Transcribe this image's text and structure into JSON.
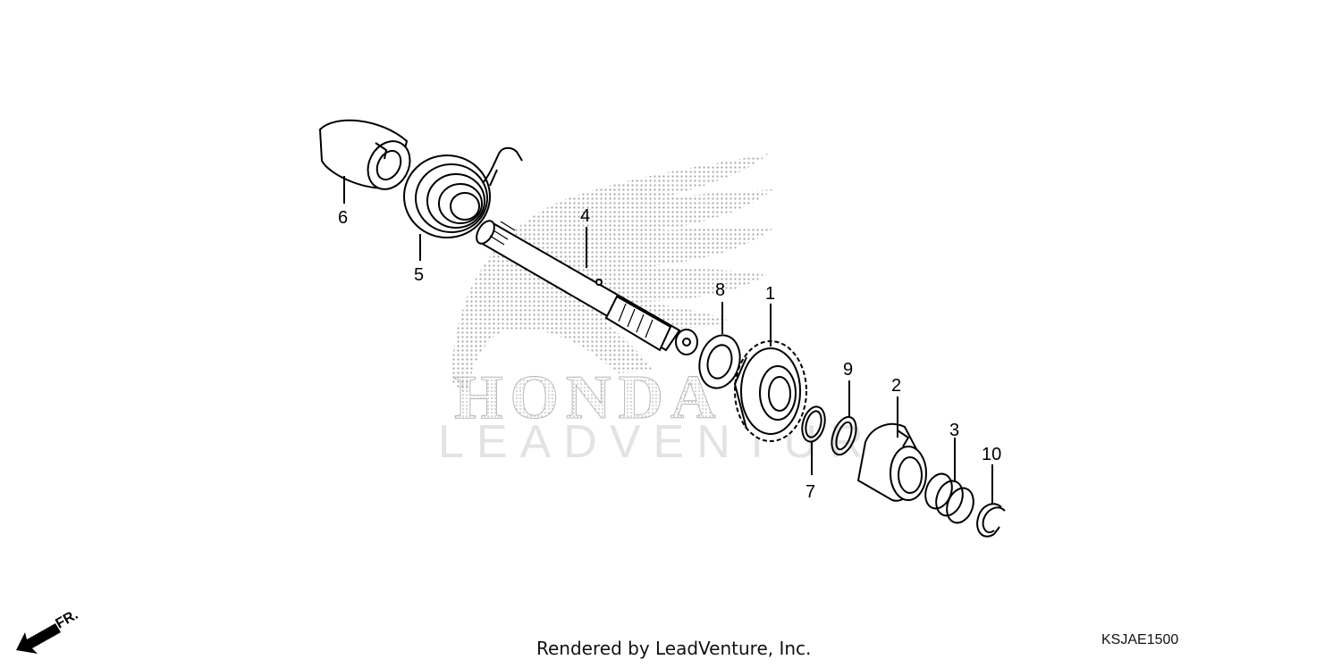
{
  "watermark": {
    "brand": "HONDA",
    "company": "LEADVENTURE"
  },
  "front_indicator": {
    "label": "FR.",
    "icon": "front-direction-arrow-icon"
  },
  "callouts": [
    {
      "id": "part-6",
      "label": "6"
    },
    {
      "id": "part-5",
      "label": "5"
    },
    {
      "id": "part-4",
      "label": "4"
    },
    {
      "id": "part-8",
      "label": "8"
    },
    {
      "id": "part-1",
      "label": "1"
    },
    {
      "id": "part-9",
      "label": "9"
    },
    {
      "id": "part-2",
      "label": "2"
    },
    {
      "id": "part-7",
      "label": "7"
    },
    {
      "id": "part-3",
      "label": "3"
    },
    {
      "id": "part-10",
      "label": "10"
    }
  ],
  "footer": {
    "credit": "Rendered by LeadVenture, Inc.",
    "diagram_code": "KSJAE1500"
  },
  "colors": {
    "line": "#000000",
    "watermark_dots": "#9a9a9a",
    "watermark_text": "#e3e3e3"
  }
}
